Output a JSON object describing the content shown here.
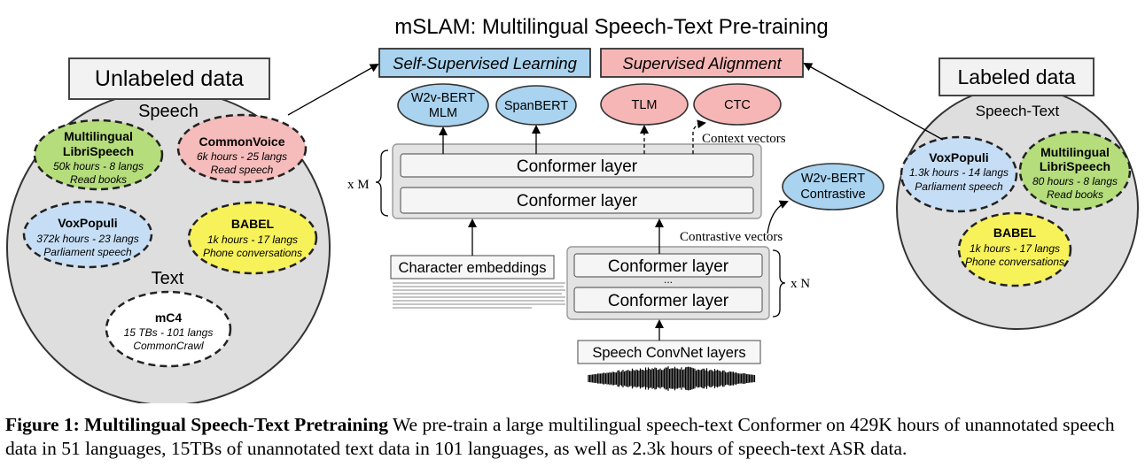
{
  "title": "mSLAM: Multilingual Speech-Text Pre-training",
  "objectives": {
    "self_supervised": "Self-Supervised Learning",
    "supervised": "Supervised Alignment"
  },
  "heads": {
    "w2v_mlm_line1": "W2v-BERT",
    "w2v_mlm_line2": "MLM",
    "spanbert": "SpanBERT",
    "tlm": "TLM",
    "ctc": "CTC",
    "w2v_contrastive_line1": "W2v-BERT",
    "w2v_contrastive_line2": "Contrastive"
  },
  "labels": {
    "context_vectors": "Context vectors",
    "contrastive_vectors": "Contrastive vectors",
    "x_m": "x M",
    "x_n": "x N",
    "ellipsis": "...",
    "character_embeddings": "Character embeddings",
    "speech_convnet": "Speech ConvNet layers",
    "conformer_layer": "Conformer layer"
  },
  "unlabeled": {
    "title": "Unlabeled data",
    "speech_header": "Speech",
    "text_header": "Text",
    "datasets": [
      {
        "name_line1": "Multilingual",
        "name_line2": "LibriSpeech",
        "hours": "50k hours - 8 langs",
        "desc": "Read books",
        "color": "#b5dd7c"
      },
      {
        "name_line1": "CommonVoice",
        "name_line2": "",
        "hours": "6k hours - 25 langs",
        "desc": "Read speech",
        "color": "#f5bcbb"
      },
      {
        "name_line1": "VoxPopuli",
        "name_line2": "",
        "hours": "372k hours - 23 langs",
        "desc": "Parliament speech",
        "color": "#c6def5"
      },
      {
        "name_line1": "BABEL",
        "name_line2": "",
        "hours": "1k hours - 17 langs",
        "desc": "Phone conversations",
        "color": "#f7f25a"
      },
      {
        "name_line1": "mC4",
        "name_line2": "",
        "hours": "15 TBs - 101 langs",
        "desc": "CommonCrawl",
        "color": "#ffffff"
      }
    ]
  },
  "labeled": {
    "title": "Labeled data",
    "header": "Speech-Text",
    "datasets": [
      {
        "name_line1": "VoxPopuli",
        "name_line2": "",
        "hours": "1.3k hours - 14 langs",
        "desc": "Parliament speech",
        "color": "#c6def5"
      },
      {
        "name_line1": "Multilingual",
        "name_line2": "LibriSpeech",
        "hours": "80 hours - 8 langs",
        "desc": "Read books",
        "color": "#b5dd7c"
      },
      {
        "name_line1": "BABEL",
        "name_line2": "",
        "hours": "1k hours - 17 langs",
        "desc": "Phone conversations",
        "color": "#f7f25a"
      }
    ]
  },
  "caption": {
    "label": "Figure 1: Multilingual Speech-Text Pretraining",
    "text": " We pre-train a large multilingual speech-text Conformer on 429K hours of unannotated speech data in 51 languages, 15TBs of unannotated text data in 101 languages, as well as 2.3k hours of speech-text ASR data."
  },
  "colors": {
    "blue_box": "#a9d3ef",
    "pink_box": "#f5b6b5",
    "gray_panel": "#e3e3e3",
    "layer_fill": "#f5f5f5"
  }
}
